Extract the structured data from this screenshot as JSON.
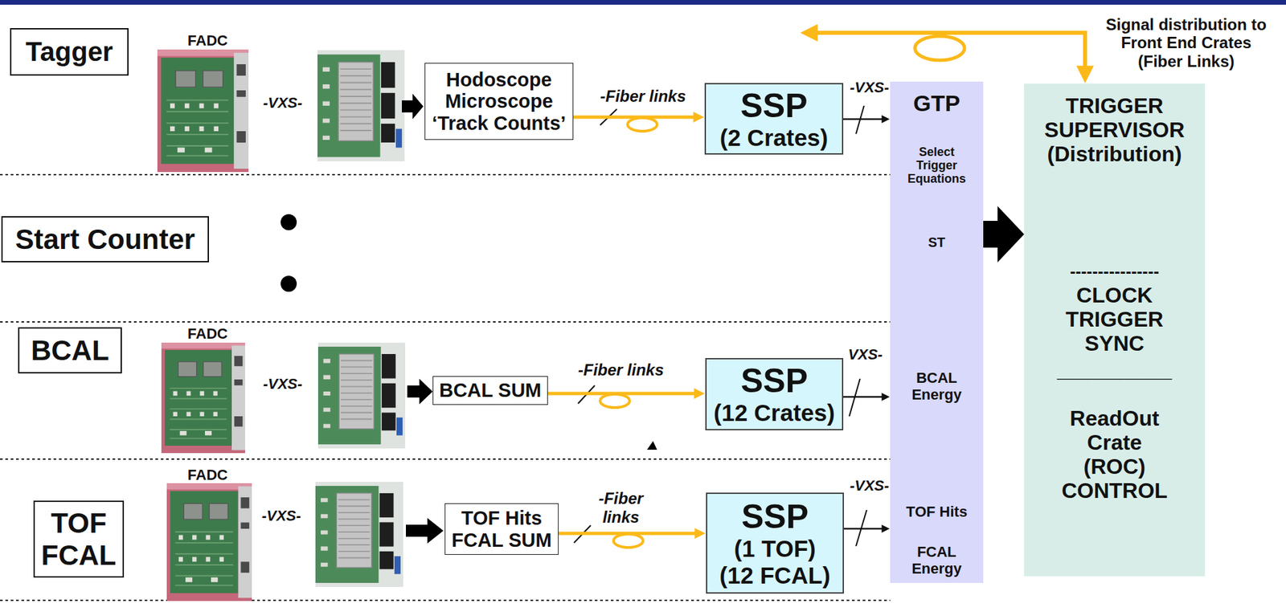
{
  "diagram": {
    "nodes": [
      {
        "text": [
          "Tagger"
        ]
      },
      {
        "text": [
          "Hodoscope Microscope ‘Track Counts’"
        ]
      },
      {
        "text": [
          "SSP",
          "(2 Crates)"
        ]
      },
      {
        "text": [
          "Start Counter"
        ]
      },
      {
        "text": [
          "BCAL"
        ]
      },
      {
        "text": [
          "BCAL SUM"
        ]
      },
      {
        "text": [
          "SSP",
          "(12 Crates)"
        ]
      },
      {
        "text": [
          "TOF FCAL"
        ]
      },
      {
        "text": [
          "TOF Hits FCAL SUM"
        ]
      },
      {
        "text": [
          "SSP",
          "(1 TOF) (12 FCAL)"
        ]
      },
      {
        "text": [
          "GTP",
          "Select Trigger Equations",
          "ST",
          "BCAL Energy",
          "TOF Hits",
          "FCAL Energy"
        ]
      },
      {
        "text": [
          "TRIGGER SUPERVISOR (Distribution)",
          "----------------",
          "CLOCK TRIGGER SYNC",
          "___________",
          "ReadOut Crate (ROC) CONTROL"
        ]
      }
    ],
    "edges": [
      {
        "from": 1,
        "to": 2,
        "arrow": "to"
      },
      {
        "from": 2,
        "to": 10,
        "arrow": "to"
      },
      {
        "from": 5,
        "to": 6,
        "arrow": "to"
      },
      {
        "from": 6,
        "to": 10,
        "arrow": "to"
      },
      {
        "from": 8,
        "to": 9,
        "arrow": "to"
      },
      {
        "from": 9,
        "to": 10,
        "arrow": "to"
      },
      {
        "from": 10,
        "to": 11,
        "arrow": "to"
      }
    ],
    "labels": [
      "FADC",
      "-VXS-",
      "-Fiber links",
      "-VXS-",
      "Signal distribution to Front End Crates (Fiber Links)",
      "FADC",
      "-VXS-",
      "-Fiber links",
      "VXS-",
      "FADC",
      "-VXS-",
      "-Fiber links",
      "-VXS-"
    ]
  }
}
